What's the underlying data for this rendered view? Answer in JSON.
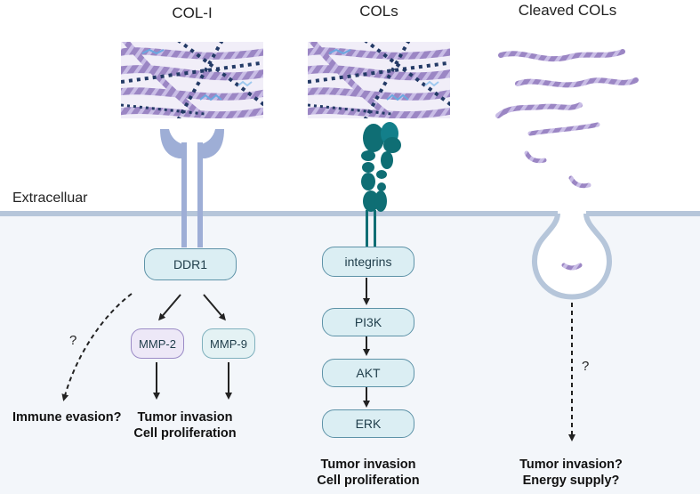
{
  "headers": {
    "col_i": "COL-I",
    "cols": "COLs",
    "cleaved": "Cleaved COLs"
  },
  "region": {
    "extracellular": "Extracelluar"
  },
  "left_pathway": {
    "receptor": "DDR1",
    "mmp2": "MMP-2",
    "mmp9": "MMP-9",
    "question": "?",
    "immune": "Immune evasion?",
    "outcome_line1": "Tumor invasion",
    "outcome_line2": "Cell proliferation"
  },
  "middle_pathway": {
    "receptor": "integrins",
    "step1": "PI3K",
    "step2": "AKT",
    "step3": "ERK",
    "outcome_line1": "Tumor invasion",
    "outcome_line2": "Cell proliferation"
  },
  "right_pathway": {
    "question": "?",
    "outcome_line1": "Tumor invasion?",
    "outcome_line2": "Energy supply?"
  },
  "colors": {
    "background_cell": "#f3f6fa",
    "membrane": "#b6c6da",
    "ddr1_receptor": "#9eaed6",
    "integrin": "#0f6e74",
    "collagen": "#9b86c4",
    "fiber_dot": "#233a66"
  },
  "icons": {
    "collagen_matrix": "collagen-matrix-icon",
    "ddr1": "ddr1-receptor-icon",
    "integrin": "integrin-receptor-icon",
    "cleaved_fragments": "cleaved-collagen-icon",
    "endocytic_vesicle": "endocytic-vesicle-icon"
  }
}
